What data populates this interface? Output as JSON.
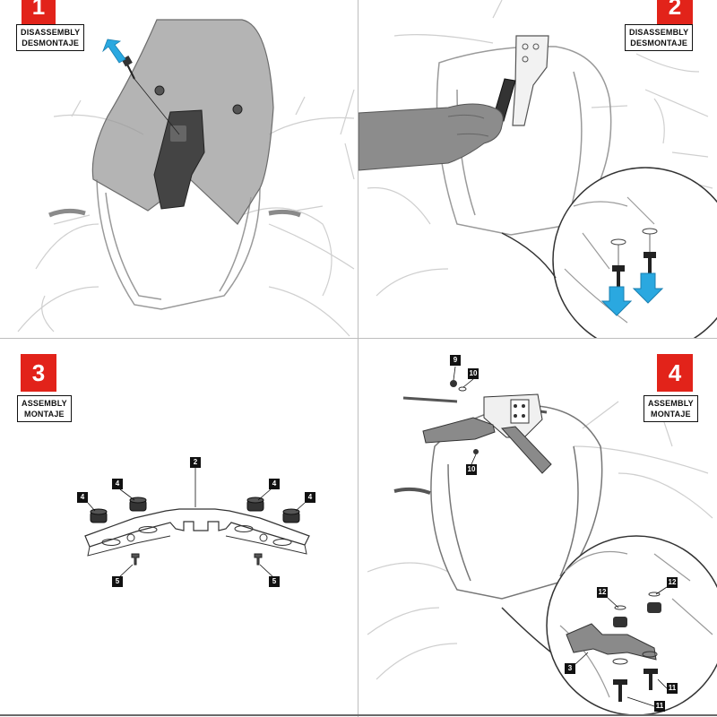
{
  "steps": [
    {
      "number": "1",
      "label_en": "DISASSEMBLY",
      "label_es": "DESMONTAJE"
    },
    {
      "number": "2",
      "label_en": "DISASSEMBLY",
      "label_es": "DESMONTAJE"
    },
    {
      "number": "3",
      "label_en": "ASSEMBLY",
      "label_es": "MONTAJE"
    },
    {
      "number": "4",
      "label_en": "ASSEMBLY",
      "label_es": "MONTAJE"
    }
  ],
  "panel3_callouts": [
    "2",
    "4",
    "4",
    "4",
    "4",
    "5",
    "5"
  ],
  "panel4_callouts": [
    "9",
    "10",
    "10",
    "12",
    "12",
    "3",
    "11",
    "11"
  ],
  "colors": {
    "accent": "#e2231a",
    "arrow": "#2aa8e0",
    "part": "#777777"
  }
}
